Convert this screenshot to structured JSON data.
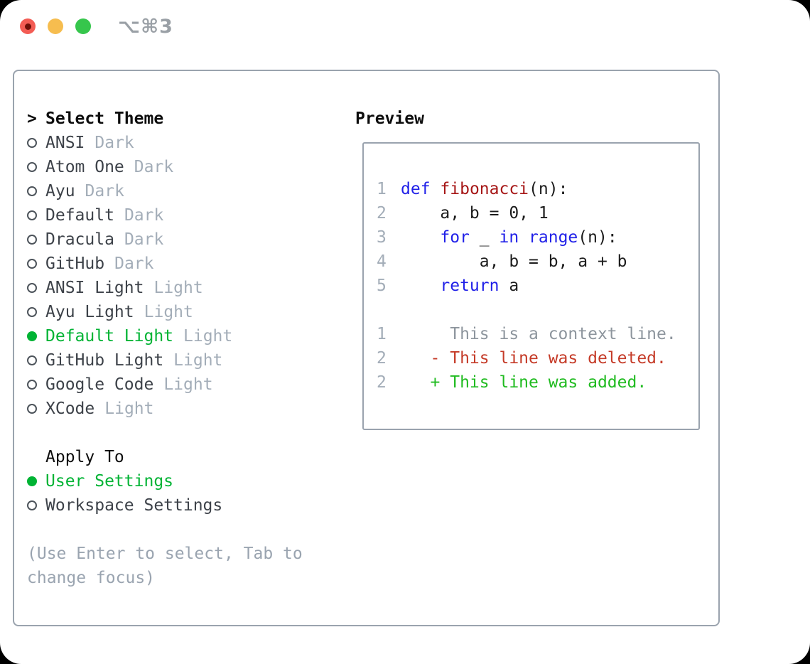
{
  "titlebar": {
    "shortcut": "⌥⌘3"
  },
  "theme_select": {
    "header_prefix": ">",
    "header": "Select Theme",
    "items": [
      {
        "name": "ANSI",
        "variant": "Dark",
        "selected": false
      },
      {
        "name": "Atom One",
        "variant": "Dark",
        "selected": false
      },
      {
        "name": "Ayu",
        "variant": "Dark",
        "selected": false
      },
      {
        "name": "Default",
        "variant": "Dark",
        "selected": false
      },
      {
        "name": "Dracula",
        "variant": "Dark",
        "selected": false
      },
      {
        "name": "GitHub",
        "variant": "Dark",
        "selected": false
      },
      {
        "name": "ANSI Light",
        "variant": "Light",
        "selected": false
      },
      {
        "name": "Ayu Light",
        "variant": "Light",
        "selected": false
      },
      {
        "name": "Default Light",
        "variant": "Light",
        "selected": true
      },
      {
        "name": "GitHub Light",
        "variant": "Light",
        "selected": false
      },
      {
        "name": "Google Code",
        "variant": "Light",
        "selected": false
      },
      {
        "name": "XCode",
        "variant": "Light",
        "selected": false
      }
    ]
  },
  "apply_to": {
    "header": "Apply To",
    "options": [
      {
        "label": "User Settings",
        "selected": true
      },
      {
        "label": "Workspace Settings",
        "selected": false
      }
    ]
  },
  "hint": {
    "line1": "(Use Enter to select, Tab to",
    "line2": "change focus)"
  },
  "preview": {
    "header": "Preview",
    "code_lines": [
      {
        "number": "1",
        "segments": [
          {
            "text": "def",
            "style": "keyword"
          },
          {
            "text": " ",
            "style": "plain"
          },
          {
            "text": "fibonacci",
            "style": "function"
          },
          {
            "text": "(n):",
            "style": "plain"
          }
        ]
      },
      {
        "number": "2",
        "segments": [
          {
            "text": "    a, b = 0, 1",
            "style": "plain"
          }
        ]
      },
      {
        "number": "3",
        "segments": [
          {
            "text": "    ",
            "style": "plain"
          },
          {
            "text": "for",
            "style": "keyword"
          },
          {
            "text": " _ ",
            "style": "plain"
          },
          {
            "text": "in",
            "style": "keyword"
          },
          {
            "text": " ",
            "style": "plain"
          },
          {
            "text": "range",
            "style": "keyword"
          },
          {
            "text": "(n):",
            "style": "plain"
          }
        ]
      },
      {
        "number": "4",
        "segments": [
          {
            "text": "        a, b = b, a + b",
            "style": "plain"
          }
        ]
      },
      {
        "number": "5",
        "segments": [
          {
            "text": "    ",
            "style": "plain"
          },
          {
            "text": "return",
            "style": "keyword"
          },
          {
            "text": " a",
            "style": "plain"
          }
        ]
      }
    ],
    "diff_lines": [
      {
        "number": "1",
        "text": "     This is a context line.",
        "style": "context"
      },
      {
        "number": "2",
        "text": "   - This line was deleted.",
        "style": "deleted"
      },
      {
        "number": "2",
        "text": "   + This line was added.",
        "style": "added"
      }
    ]
  },
  "colors": {
    "selection_green": "#00b334",
    "keyword_blue": "#2020e8",
    "function_red": "#a61717",
    "diff_deleted_red": "#c53b28",
    "diff_added_green": "#20bb20",
    "muted_gray": "#a3adb8",
    "border_gray": "#9aa3ae",
    "traffic_red": "#f35c54",
    "traffic_yellow": "#f6bd4f",
    "traffic_green": "#36c64c"
  }
}
